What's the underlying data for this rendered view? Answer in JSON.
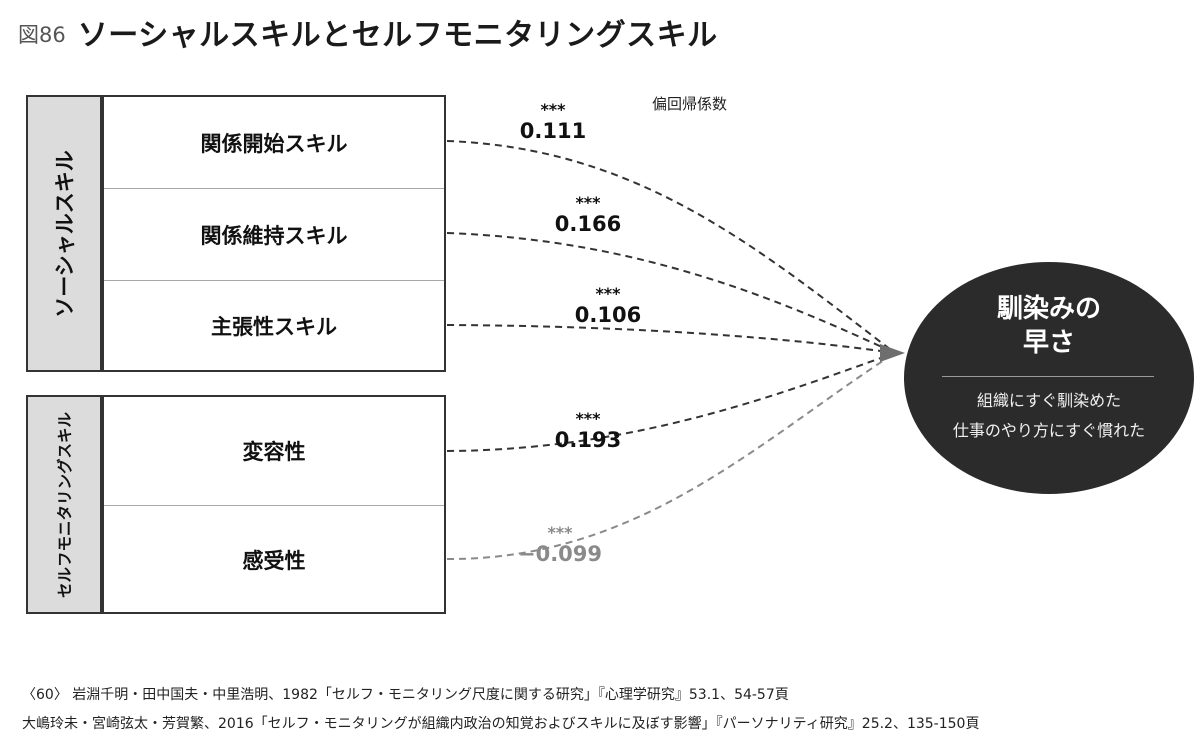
{
  "figure": {
    "number": "図86",
    "title": "ソーシャルスキルとセルフモニタリングスキル"
  },
  "groups": [
    {
      "label": "ソーシャルスキル",
      "items": [
        "関係開始スキル",
        "関係維持スキル",
        "主張性スキル"
      ]
    },
    {
      "label": "セルフモニタリングスキル",
      "items": [
        "変容性",
        "感受性"
      ]
    }
  ],
  "legend_label": "偏回帰係数",
  "paths": [
    {
      "from": "関係開始スキル",
      "significance": "***",
      "coefficient": "0.111",
      "color": "#333333"
    },
    {
      "from": "関係維持スキル",
      "significance": "***",
      "coefficient": "0.166",
      "color": "#333333"
    },
    {
      "from": "主張性スキル",
      "significance": "***",
      "coefficient": "0.106",
      "color": "#333333"
    },
    {
      "from": "変容性",
      "significance": "***",
      "coefficient": "0.193",
      "color": "#333333"
    },
    {
      "from": "感受性",
      "significance": "***",
      "coefficient": "−0.099",
      "color": "#8a8a8a"
    }
  ],
  "outcome": {
    "title_line1": "馴染みの",
    "title_line2": "早さ",
    "desc_line1": "組織にすぐ馴染めた",
    "desc_line2": "仕事のやり方にすぐ慣れた",
    "color": "#2b2b2b"
  },
  "references": [
    "〈60〉 岩淵千明・田中国夫・中里浩明、1982「セルフ・モニタリング尺度に関する研究」『心理学研究』53.1、54-57頁",
    "大嶋玲未・宮崎弦太・芳賀繁、2016「セルフ・モニタリングが組織内政治の知覚およびスキルに及ぼす影響」『パーソナリティ研究』25.2、135-150頁"
  ]
}
